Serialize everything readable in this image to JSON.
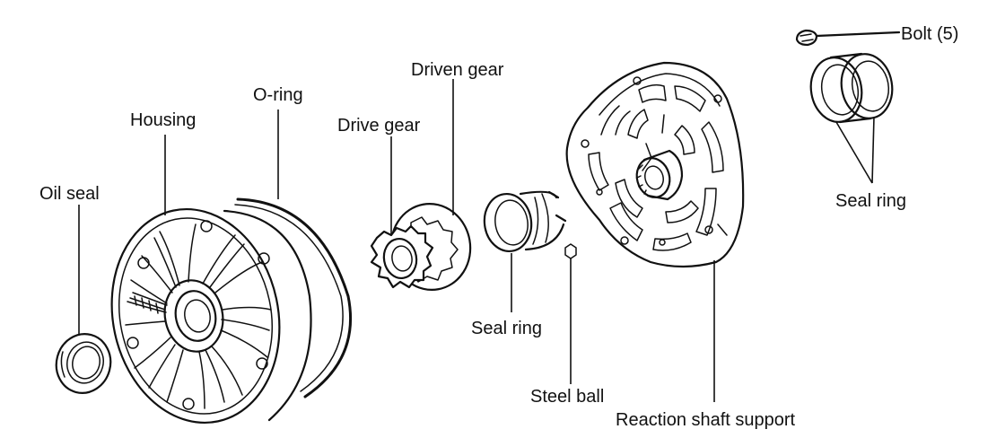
{
  "labels": {
    "oil_seal": "Oil seal",
    "housing": "Housing",
    "o_ring": "O-ring",
    "drive_gear": "Drive gear",
    "driven_gear": "Driven gear",
    "seal_ring_center": "Seal ring",
    "steel_ball": "Steel ball",
    "reaction_shaft_support": "Reaction shaft support",
    "bolt": "Bolt (5)",
    "seal_ring_right": "Seal ring"
  },
  "colors": {
    "ink": "#111111",
    "paper": "#ffffff"
  }
}
